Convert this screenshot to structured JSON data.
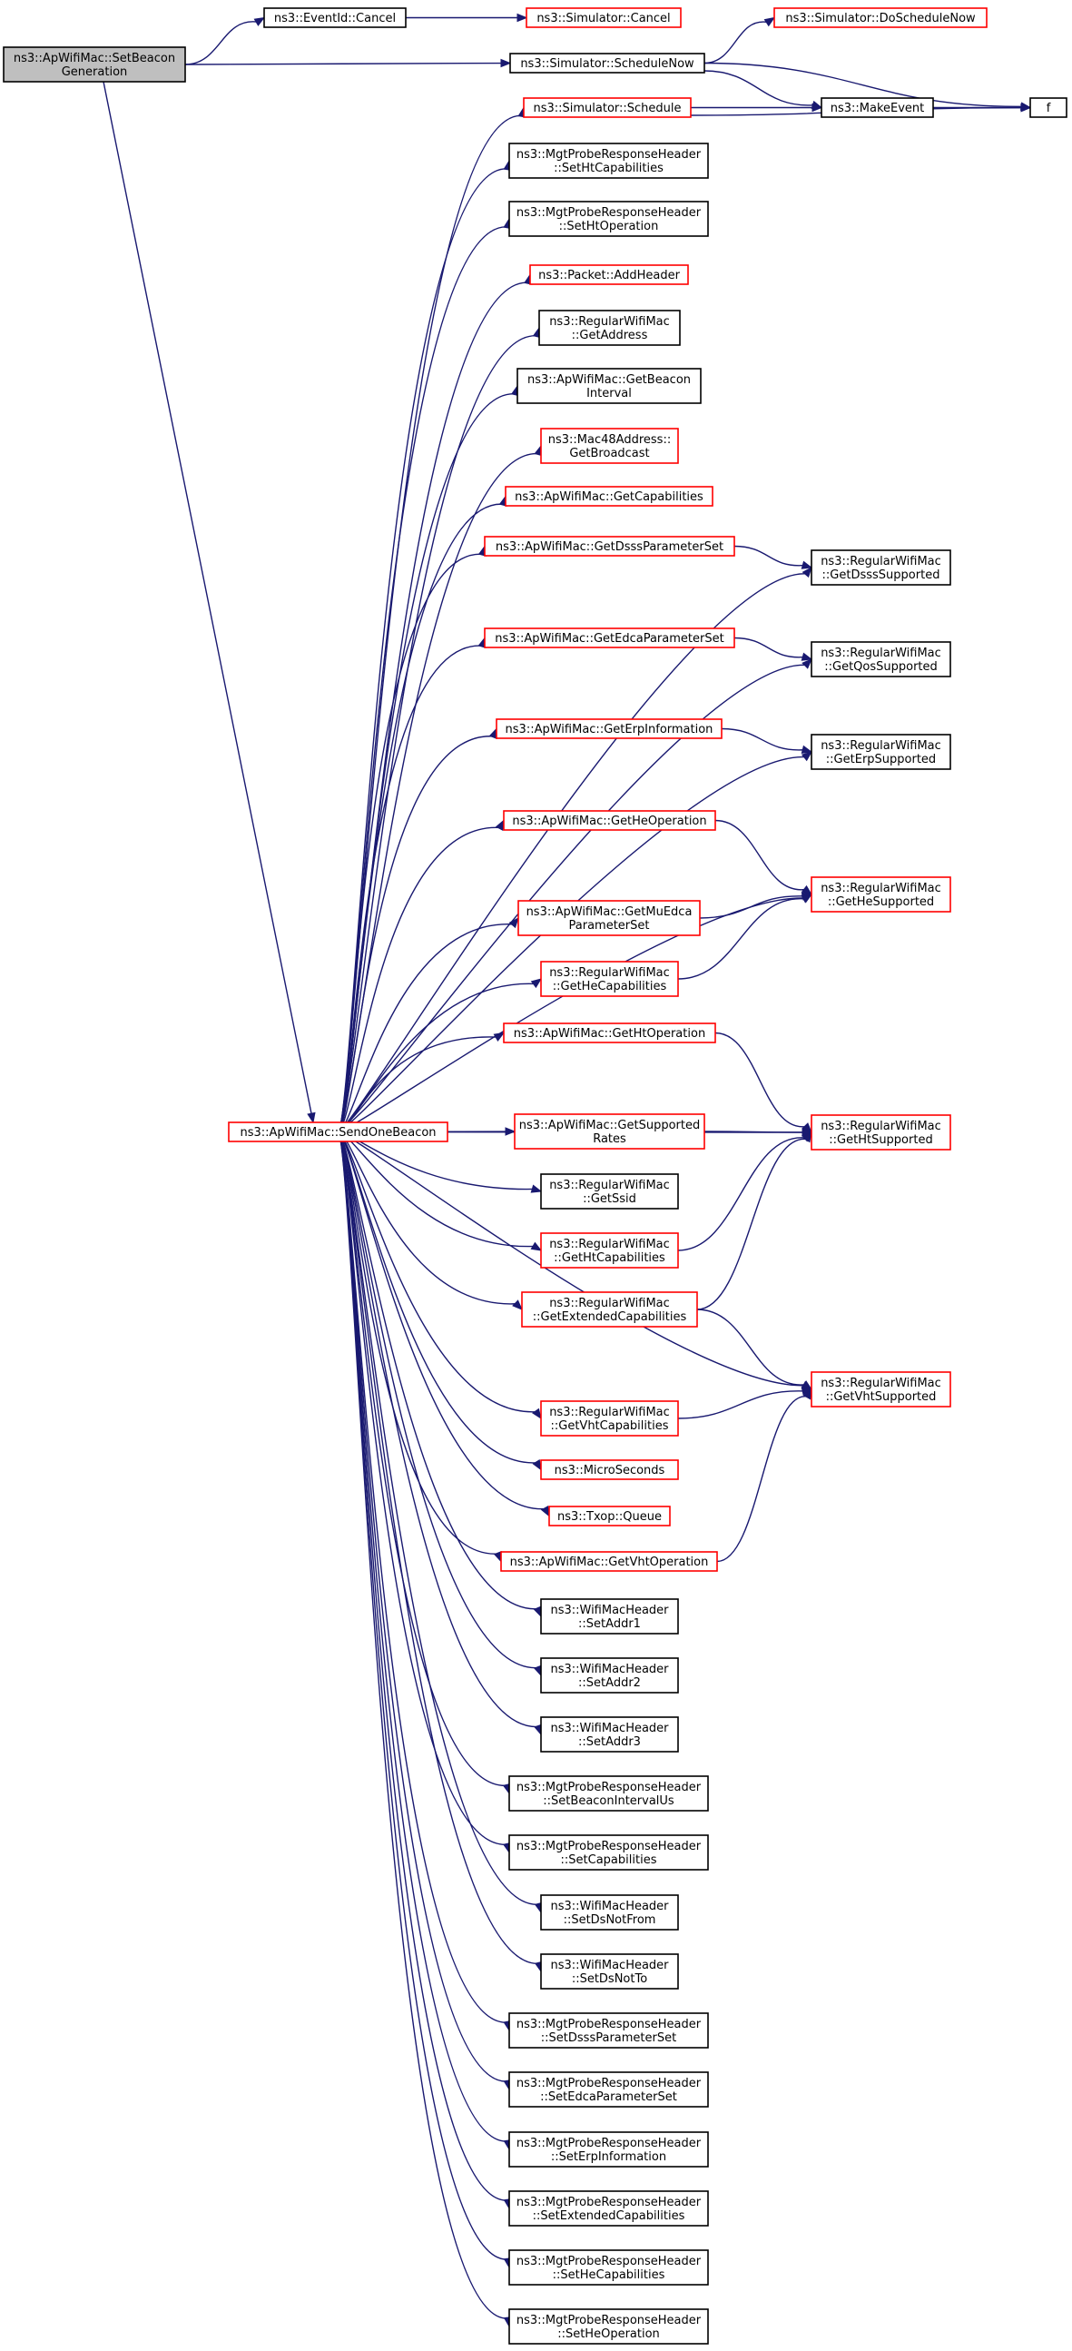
{
  "graph": {
    "colors": {
      "edge": "#191970",
      "root_fill": "#bfbfbf",
      "border_normal": "#000000",
      "border_truncated": "#ff0000"
    },
    "nodes": [
      {
        "id": "root",
        "lines": [
          "ns3::ApWifiMac::SetBeacon",
          "Generation"
        ],
        "style": "root"
      },
      {
        "id": "eventCancel",
        "lines": [
          "ns3::EventId::Cancel"
        ],
        "style": "black"
      },
      {
        "id": "simCancel",
        "lines": [
          "ns3::Simulator::Cancel"
        ],
        "style": "red"
      },
      {
        "id": "doScheduleNow",
        "lines": [
          "ns3::Simulator::DoScheduleNow"
        ],
        "style": "red"
      },
      {
        "id": "scheduleNow",
        "lines": [
          "ns3::Simulator::ScheduleNow"
        ],
        "style": "black"
      },
      {
        "id": "makeEvent",
        "lines": [
          "ns3::MakeEvent"
        ],
        "style": "black"
      },
      {
        "id": "f",
        "lines": [
          "f"
        ],
        "style": "black"
      },
      {
        "id": "schedule",
        "lines": [
          "ns3::Simulator::Schedule"
        ],
        "style": "red"
      },
      {
        "id": "setHtCap",
        "lines": [
          "ns3::MgtProbeResponseHeader",
          "::SetHtCapabilities"
        ],
        "style": "black"
      },
      {
        "id": "setHtOp",
        "lines": [
          "ns3::MgtProbeResponseHeader",
          "::SetHtOperation"
        ],
        "style": "black"
      },
      {
        "id": "addHeader",
        "lines": [
          "ns3::Packet::AddHeader"
        ],
        "style": "red"
      },
      {
        "id": "getAddress",
        "lines": [
          "ns3::RegularWifiMac",
          "::GetAddress"
        ],
        "style": "black"
      },
      {
        "id": "getBeaconInterval",
        "lines": [
          "ns3::ApWifiMac::GetBeacon",
          "Interval"
        ],
        "style": "black"
      },
      {
        "id": "getBroadcast",
        "lines": [
          "ns3::Mac48Address::",
          "GetBroadcast"
        ],
        "style": "red"
      },
      {
        "id": "getCapabilities",
        "lines": [
          "ns3::ApWifiMac::GetCapabilities"
        ],
        "style": "red"
      },
      {
        "id": "getDsssParam",
        "lines": [
          "ns3::ApWifiMac::GetDsssParameterSet"
        ],
        "style": "red"
      },
      {
        "id": "getDsssSupported",
        "lines": [
          "ns3::RegularWifiMac",
          "::GetDsssSupported"
        ],
        "style": "black"
      },
      {
        "id": "getEdcaParam",
        "lines": [
          "ns3::ApWifiMac::GetEdcaParameterSet"
        ],
        "style": "red"
      },
      {
        "id": "getQosSupported",
        "lines": [
          "ns3::RegularWifiMac",
          "::GetQosSupported"
        ],
        "style": "black"
      },
      {
        "id": "getErpInfo",
        "lines": [
          "ns3::ApWifiMac::GetErpInformation"
        ],
        "style": "red"
      },
      {
        "id": "getErpSupported",
        "lines": [
          "ns3::RegularWifiMac",
          "::GetErpSupported"
        ],
        "style": "black"
      },
      {
        "id": "getHeOp",
        "lines": [
          "ns3::ApWifiMac::GetHeOperation"
        ],
        "style": "red"
      },
      {
        "id": "getHeSupported",
        "lines": [
          "ns3::RegularWifiMac",
          "::GetHeSupported"
        ],
        "style": "red"
      },
      {
        "id": "getMuEdca",
        "lines": [
          "ns3::ApWifiMac::GetMuEdca",
          "ParameterSet"
        ],
        "style": "red"
      },
      {
        "id": "getHeCap",
        "lines": [
          "ns3::RegularWifiMac",
          "::GetHeCapabilities"
        ],
        "style": "red"
      },
      {
        "id": "getHtOp",
        "lines": [
          "ns3::ApWifiMac::GetHtOperation"
        ],
        "style": "red"
      },
      {
        "id": "sendOneBeacon",
        "lines": [
          "ns3::ApWifiMac::SendOneBeacon"
        ],
        "style": "red"
      },
      {
        "id": "getSupportedRates",
        "lines": [
          "ns3::ApWifiMac::GetSupported",
          "Rates"
        ],
        "style": "red"
      },
      {
        "id": "getHtSupported",
        "lines": [
          "ns3::RegularWifiMac",
          "::GetHtSupported"
        ],
        "style": "red"
      },
      {
        "id": "getSsid",
        "lines": [
          "ns3::RegularWifiMac",
          "::GetSsid"
        ],
        "style": "black"
      },
      {
        "id": "getHtCap",
        "lines": [
          "ns3::RegularWifiMac",
          "::GetHtCapabilities"
        ],
        "style": "red"
      },
      {
        "id": "getExtCap",
        "lines": [
          "ns3::RegularWifiMac",
          "::GetExtendedCapabilities"
        ],
        "style": "red"
      },
      {
        "id": "getVhtSupported",
        "lines": [
          "ns3::RegularWifiMac",
          "::GetVhtSupported"
        ],
        "style": "red"
      },
      {
        "id": "getVhtCap",
        "lines": [
          "ns3::RegularWifiMac",
          "::GetVhtCapabilities"
        ],
        "style": "red"
      },
      {
        "id": "microSeconds",
        "lines": [
          "ns3::MicroSeconds"
        ],
        "style": "red"
      },
      {
        "id": "txopQueue",
        "lines": [
          "ns3::Txop::Queue"
        ],
        "style": "red"
      },
      {
        "id": "getVhtOp",
        "lines": [
          "ns3::ApWifiMac::GetVhtOperation"
        ],
        "style": "red"
      },
      {
        "id": "setAddr1",
        "lines": [
          "ns3::WifiMacHeader",
          "::SetAddr1"
        ],
        "style": "black"
      },
      {
        "id": "setAddr2",
        "lines": [
          "ns3::WifiMacHeader",
          "::SetAddr2"
        ],
        "style": "black"
      },
      {
        "id": "setAddr3",
        "lines": [
          "ns3::WifiMacHeader",
          "::SetAddr3"
        ],
        "style": "black"
      },
      {
        "id": "setBeaconIntervalUs",
        "lines": [
          "ns3::MgtProbeResponseHeader",
          "::SetBeaconIntervalUs"
        ],
        "style": "black"
      },
      {
        "id": "setCapabilities",
        "lines": [
          "ns3::MgtProbeResponseHeader",
          "::SetCapabilities"
        ],
        "style": "black"
      },
      {
        "id": "setDsNotFrom",
        "lines": [
          "ns3::WifiMacHeader",
          "::SetDsNotFrom"
        ],
        "style": "black"
      },
      {
        "id": "setDsNotTo",
        "lines": [
          "ns3::WifiMacHeader",
          "::SetDsNotTo"
        ],
        "style": "black"
      },
      {
        "id": "setDsssParam",
        "lines": [
          "ns3::MgtProbeResponseHeader",
          "::SetDsssParameterSet"
        ],
        "style": "black"
      },
      {
        "id": "setEdcaParam",
        "lines": [
          "ns3::MgtProbeResponseHeader",
          "::SetEdcaParameterSet"
        ],
        "style": "black"
      },
      {
        "id": "setErpInfo",
        "lines": [
          "ns3::MgtProbeResponseHeader",
          "::SetErpInformation"
        ],
        "style": "black"
      },
      {
        "id": "setExtCap",
        "lines": [
          "ns3::MgtProbeResponseHeader",
          "::SetExtendedCapabilities"
        ],
        "style": "black"
      },
      {
        "id": "setHeCap",
        "lines": [
          "ns3::MgtProbeResponseHeader",
          "::SetHeCapabilities"
        ],
        "style": "black"
      },
      {
        "id": "setHeOp",
        "lines": [
          "ns3::MgtProbeResponseHeader",
          "::SetHeOperation"
        ],
        "style": "black"
      }
    ],
    "edges": [
      [
        "root",
        "eventCancel"
      ],
      [
        "root",
        "scheduleNow"
      ],
      [
        "root",
        "sendOneBeacon"
      ],
      [
        "eventCancel",
        "simCancel"
      ],
      [
        "scheduleNow",
        "doScheduleNow"
      ],
      [
        "scheduleNow",
        "makeEvent"
      ],
      [
        "scheduleNow",
        "f"
      ],
      [
        "makeEvent",
        "f"
      ],
      [
        "schedule",
        "makeEvent"
      ],
      [
        "schedule",
        "f"
      ],
      [
        "sendOneBeacon",
        "schedule"
      ],
      [
        "sendOneBeacon",
        "setHtCap"
      ],
      [
        "sendOneBeacon",
        "setHtOp"
      ],
      [
        "sendOneBeacon",
        "addHeader"
      ],
      [
        "sendOneBeacon",
        "getAddress"
      ],
      [
        "sendOneBeacon",
        "getBeaconInterval"
      ],
      [
        "sendOneBeacon",
        "getBroadcast"
      ],
      [
        "sendOneBeacon",
        "getCapabilities"
      ],
      [
        "sendOneBeacon",
        "getDsssParam"
      ],
      [
        "sendOneBeacon",
        "getDsssSupported"
      ],
      [
        "sendOneBeacon",
        "getEdcaParam"
      ],
      [
        "sendOneBeacon",
        "getQosSupported"
      ],
      [
        "sendOneBeacon",
        "getErpInfo"
      ],
      [
        "sendOneBeacon",
        "getErpSupported"
      ],
      [
        "sendOneBeacon",
        "getHeOp"
      ],
      [
        "sendOneBeacon",
        "getHeSupported"
      ],
      [
        "sendOneBeacon",
        "getMuEdca"
      ],
      [
        "sendOneBeacon",
        "getHeCap"
      ],
      [
        "sendOneBeacon",
        "getHtOp"
      ],
      [
        "sendOneBeacon",
        "getHtSupported"
      ],
      [
        "sendOneBeacon",
        "getSupportedRates"
      ],
      [
        "sendOneBeacon",
        "getSsid"
      ],
      [
        "sendOneBeacon",
        "getHtCap"
      ],
      [
        "sendOneBeacon",
        "getExtCap"
      ],
      [
        "sendOneBeacon",
        "getVhtSupported"
      ],
      [
        "sendOneBeacon",
        "getVhtCap"
      ],
      [
        "sendOneBeacon",
        "microSeconds"
      ],
      [
        "sendOneBeacon",
        "txopQueue"
      ],
      [
        "sendOneBeacon",
        "getVhtOp"
      ],
      [
        "sendOneBeacon",
        "setAddr1"
      ],
      [
        "sendOneBeacon",
        "setAddr2"
      ],
      [
        "sendOneBeacon",
        "setAddr3"
      ],
      [
        "sendOneBeacon",
        "setBeaconIntervalUs"
      ],
      [
        "sendOneBeacon",
        "setCapabilities"
      ],
      [
        "sendOneBeacon",
        "setDsNotFrom"
      ],
      [
        "sendOneBeacon",
        "setDsNotTo"
      ],
      [
        "sendOneBeacon",
        "setDsssParam"
      ],
      [
        "sendOneBeacon",
        "setEdcaParam"
      ],
      [
        "sendOneBeacon",
        "setErpInfo"
      ],
      [
        "sendOneBeacon",
        "setExtCap"
      ],
      [
        "sendOneBeacon",
        "setHeCap"
      ],
      [
        "sendOneBeacon",
        "setHeOp"
      ],
      [
        "getDsssParam",
        "getDsssSupported"
      ],
      [
        "getEdcaParam",
        "getQosSupported"
      ],
      [
        "getErpInfo",
        "getErpSupported"
      ],
      [
        "getHeOp",
        "getHeSupported"
      ],
      [
        "getMuEdca",
        "getHeSupported"
      ],
      [
        "getHeCap",
        "getHeSupported"
      ],
      [
        "getHtOp",
        "getHtSupported"
      ],
      [
        "getSupportedRates",
        "getHtSupported"
      ],
      [
        "getHtCap",
        "getHtSupported"
      ],
      [
        "getExtCap",
        "getHtSupported"
      ],
      [
        "getExtCap",
        "getVhtSupported"
      ],
      [
        "getVhtCap",
        "getVhtSupported"
      ],
      [
        "getVhtOp",
        "getVhtSupported"
      ]
    ]
  }
}
